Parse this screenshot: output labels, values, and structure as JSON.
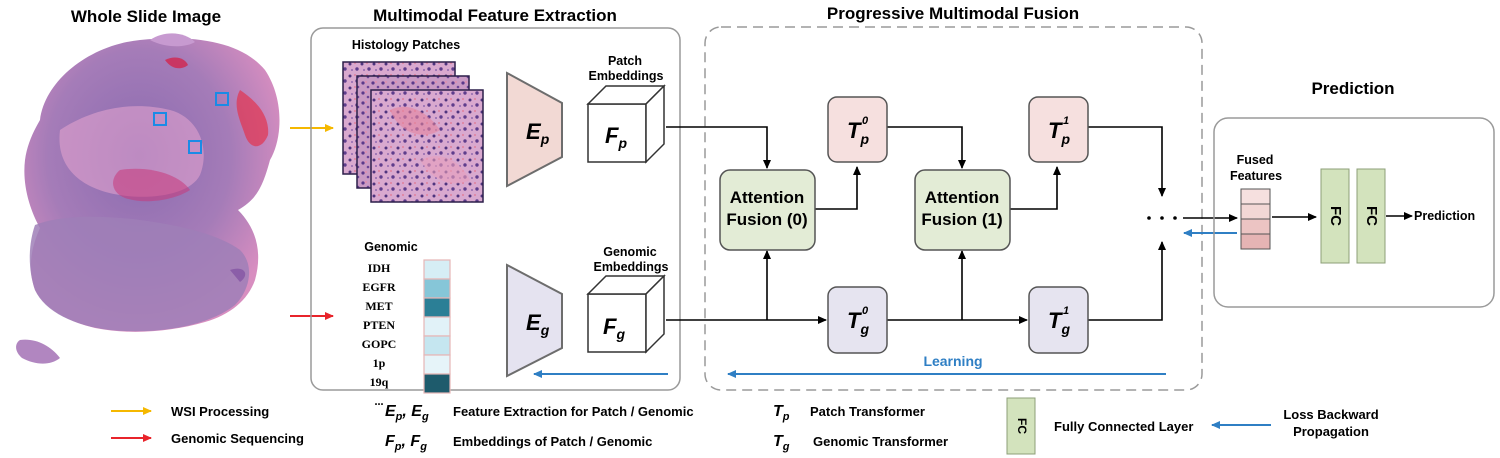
{
  "sections": {
    "wsi_title": "Whole Slide Image",
    "extraction_title": "Multimodal Feature Extraction",
    "fusion_title": "Progressive Multimodal Fusion",
    "prediction_title": "Prediction"
  },
  "extraction": {
    "histology_label": "Histology Patches",
    "patch_embed_1": "Patch",
    "patch_embed_2": "Embeddings",
    "genomic_label": "Genomic",
    "genomic_embed_1": "Genomic",
    "genomic_embed_2": "Embeddings",
    "genes": [
      "IDH",
      "EGFR",
      "MET",
      "PTEN",
      "GOPC",
      "1p",
      "19q",
      "..."
    ],
    "gene_colors": [
      "#d6eef5",
      "#86c6d8",
      "#2b7f96",
      "#e1f2f8",
      "#c5e6f0",
      "#e6f4f9",
      "#1e5b6c"
    ],
    "ep": {
      "main": "E",
      "sub": "p"
    },
    "eg": {
      "main": "E",
      "sub": "g"
    },
    "fp": {
      "main": "F",
      "sub": "p"
    },
    "fg": {
      "main": "F",
      "sub": "g"
    }
  },
  "fusion": {
    "af0_line1": "Attention",
    "af0_line2": "Fusion (0)",
    "af1_line1": "Attention",
    "af1_line2": "Fusion (1)",
    "tp0": {
      "main": "T",
      "sub": "p",
      "sup": "0"
    },
    "tp1": {
      "main": "T",
      "sub": "p",
      "sup": "1"
    },
    "tg0": {
      "main": "T",
      "sub": "g",
      "sup": "0"
    },
    "tg1": {
      "main": "T",
      "sub": "g",
      "sup": "1"
    },
    "learning_label": "Learning"
  },
  "prediction": {
    "fused_1": "Fused",
    "fused_2": "Features",
    "fc1": "FC",
    "fc2": "FC",
    "output_label": "Prediction"
  },
  "legend": {
    "wsi_processing": "WSI Processing",
    "genomic_sequencing": "Genomic Sequencing",
    "e_symbols": "Ep, Eg",
    "e_desc": "Feature Extraction for Patch / Genomic",
    "f_symbols": "Fp, Fg",
    "f_desc": "Embeddings of Patch / Genomic",
    "tp_symbol": "Tp",
    "tp_desc": "Patch Transformer",
    "tg_symbol": "Tg",
    "tg_desc": "Genomic Transformer",
    "fc_symbol": "FC",
    "fc_desc": "Fully Connected Layer",
    "loss_1": "Loss Backward",
    "loss_2": "Propagation"
  },
  "colors": {
    "wsi_arrow": "#f5b800",
    "genomic_arrow": "#e8242b",
    "backprop_arrow": "#2f7fc4",
    "learning_text": "#2f7fc4",
    "attention_fill": "#e3ecd6",
    "fc_fill": "#d3e3bd",
    "tp_fill": "#f6e0df",
    "tg_fill": "#e6e4f0",
    "extractor_ep": "#f2d9d4",
    "extractor_eg": "#e5e3f0"
  }
}
